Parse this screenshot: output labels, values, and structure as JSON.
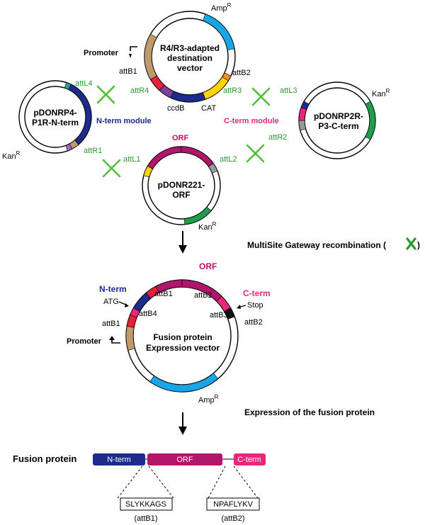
{
  "colors": {
    "amp": "#1aa5e6",
    "kan": "#1e9d4a",
    "brown": "#c19a6b",
    "red": "#e8203a",
    "pink": "#e8267a",
    "purple": "#7b3fa0",
    "navy": "#1c2b8c",
    "yellow": "#ffd400",
    "orange": "#f7931e",
    "teal": "#2a9d9a",
    "lightpurple": "#a064c8",
    "gray": "#999999",
    "black": "#111111",
    "orf": "#b0166a",
    "nterm": "#1c2b8c",
    "cterm": "#e8267a",
    "green_text": "#2e9a2e",
    "cross": "#4fbf3a"
  },
  "icons": [
    "cross-x-icon",
    "down-arrow-icon",
    "promoter-arrow-icon"
  ],
  "dest": {
    "title_1": "R4/R3-adapted",
    "title_2": "destination",
    "title_3": "vector",
    "amp": "Amp",
    "sup": "R",
    "promoter": "Promoter",
    "attB1": "attB1",
    "attB2": "attB2",
    "attR4": "attR4",
    "attR3": "attR3",
    "ccdB": "ccdB",
    "cat": "CAT"
  },
  "ndonor": {
    "title_1": "pDONRP4-",
    "title_2": "P1R-N-term",
    "module": "N-term module",
    "attL4": "attL4",
    "attR1": "attR1",
    "kan": "Kan",
    "sup": "R"
  },
  "cdonor": {
    "title_1": "pDONRP2R-",
    "title_2": "P3-C-term",
    "module": "C-term module",
    "attL3": "attL3",
    "attR2": "attR2",
    "kan": "Kan",
    "sup": "R"
  },
  "orfdonor": {
    "orf": "ORF",
    "title_1": "pDONR221-",
    "title_2": "ORF",
    "attL1": "attL1",
    "attL2": "attL2",
    "kan": "Kan",
    "sup": "R"
  },
  "multisite": {
    "label": "MultiSite Gateway recombination (",
    "close": ")"
  },
  "expr": {
    "orf": "ORF",
    "nterm": "N-term",
    "cterm": "C-term",
    "atg": "ATG",
    "stop": "Stop",
    "attB1": "attB1",
    "attB2": "attB2",
    "attB3": "attB3",
    "attB4": "attB4",
    "promoter": "Promoter",
    "title_1": "Fusion protein",
    "title_2": "Expression vector",
    "amp": "Amp",
    "sup": "R"
  },
  "expression_label": "Expression of the fusion protein",
  "fusion": {
    "label": "Fusion protein",
    "nterm": "N-term",
    "orf": "ORF",
    "cterm": "C-term",
    "seq1": "SLYKKAGS",
    "seq2": "NPAFLYKV",
    "att1": "(attB1)",
    "att2": "(attB2)"
  }
}
